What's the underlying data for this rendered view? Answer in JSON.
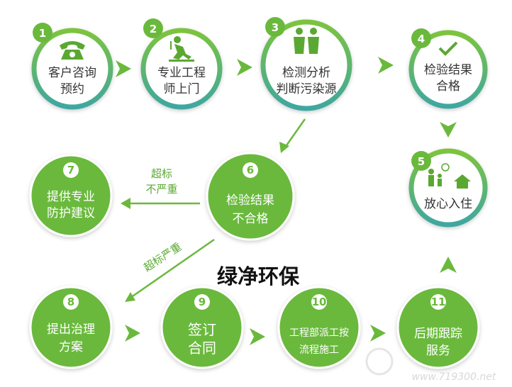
{
  "title": "绿净环保",
  "colors": {
    "green": "#6ab93c",
    "teal": "#3fa7a0",
    "arrow": "#6ab93c"
  },
  "steps": [
    {
      "num": "1",
      "line1": "客户咨询",
      "line2": "预约",
      "icon": "telephone-icon"
    },
    {
      "num": "2",
      "line1": "专业工程",
      "line2": "师上门",
      "icon": "worker-icon"
    },
    {
      "num": "3",
      "line1": "检测分析",
      "line2": "判断污染源",
      "icon": "technicians-icon"
    },
    {
      "num": "4",
      "line1": "检验结果",
      "line2": "合格",
      "icon": "checkmark-icon"
    },
    {
      "num": "5",
      "line1": "放心入住",
      "line2": "",
      "icon": "family-home-icon"
    },
    {
      "num": "6",
      "line1": "检验结果",
      "line2": "不合格"
    },
    {
      "num": "7",
      "line1": "提供专业",
      "line2": "防护建议"
    },
    {
      "num": "8",
      "line1": "提出治理",
      "line2": "方案"
    },
    {
      "num": "9",
      "line1": "签订",
      "line2": "合同"
    },
    {
      "num": "10",
      "line1": "工程部派工按",
      "line2": "流程施工"
    },
    {
      "num": "11",
      "line1": "后期跟踪",
      "line2": "服务"
    }
  ],
  "branches": {
    "minor_line1": "超标",
    "minor_line2": "不严重",
    "severe": "超标严重"
  },
  "watermark": {
    "url": "www.719300.net"
  }
}
